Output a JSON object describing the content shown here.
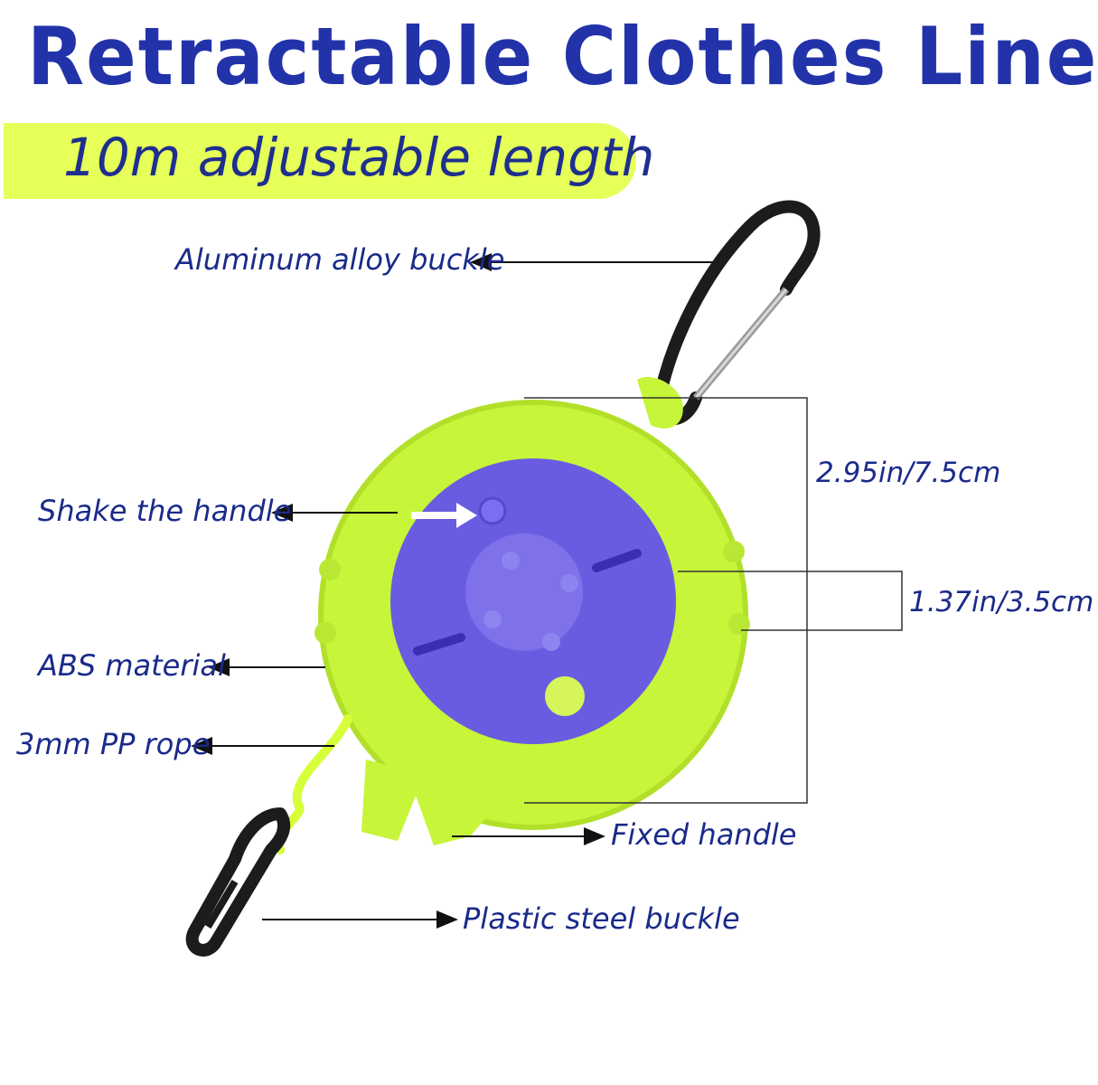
{
  "title": "Retractable Clothes Line",
  "subtitle": "10m adjustable length",
  "labels": {
    "aluminum_buckle": "Aluminum alloy buckle",
    "shake_handle": "Shake the handle",
    "abs_material": "ABS material",
    "pp_rope": "3mm PP rope",
    "fixed_handle": "Fixed handle",
    "plastic_buckle": "Plastic steel buckle"
  },
  "dimensions": {
    "outer": "2.95in/7.5cm",
    "inner": "1.37in/3.5cm"
  },
  "colors": {
    "title": "#2233aa",
    "highlight": "#e6ff59",
    "body_green": "#c6f53a",
    "disc_blue": "#6a5ce0",
    "buckle_black": "#1c1c1c"
  }
}
